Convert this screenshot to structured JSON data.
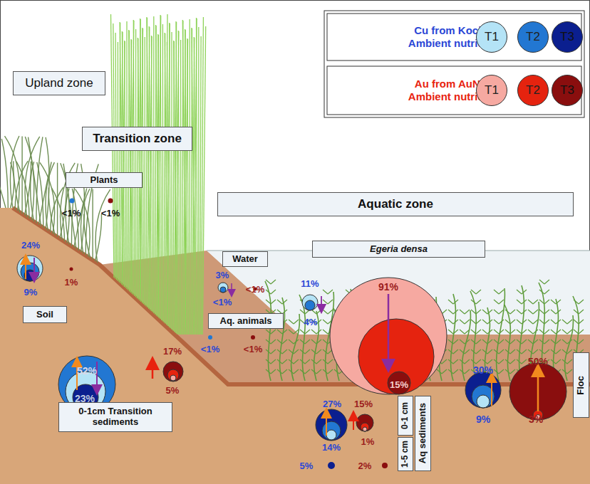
{
  "diagram": {
    "nodes": [
      {
        "text": [
          "Upland zone"
        ]
      },
      {
        "text": [
          "Transition zone"
        ]
      },
      {
        "text": [
          "Aquatic zone"
        ]
      },
      {
        "text": [
          "Plants"
        ]
      },
      {
        "text": [
          "Water"
        ]
      },
      {
        "text": [
          "Aq. animals"
        ]
      },
      {
        "text": [
          "Egeria densa"
        ]
      },
      {
        "text": [
          "Soil"
        ]
      },
      {
        "text": [
          "0-1cm Transition sediments"
        ]
      },
      {
        "text": [
          "0-1 cm"
        ]
      },
      {
        "text": [
          "1-5 cm"
        ]
      },
      {
        "text": [
          "Aq sediments"
        ]
      },
      {
        "text": [
          "Floc"
        ]
      }
    ],
    "labels": [
      "Cu from Kocide Ambient nutrients",
      "Au from AuNPs Ambient nutrients",
      "<1%",
      "<1%",
      "24%",
      "9%",
      "1%",
      "3%",
      "<1%",
      "<1%",
      "<1%",
      "<1%",
      "11%",
      "4%",
      "91%",
      "15%",
      "52%",
      "23%",
      "17%",
      "5%",
      "27%",
      "14%",
      "15%",
      "1%",
      "5%",
      "2%",
      "30%",
      "9%",
      "50%",
      "3%"
    ],
    "legend": [
      {
        "text": "T1",
        "color": "#b4e3f6"
      },
      {
        "text": "T2",
        "color": "#2277d2"
      },
      {
        "text": "T3",
        "color": "#0b1f8f"
      },
      {
        "text": "T1",
        "color": "#f6a9a1"
      },
      {
        "text": "T2",
        "color": "#e5230f"
      },
      {
        "text": "T3",
        "color": "#8a0e0e"
      }
    ]
  }
}
